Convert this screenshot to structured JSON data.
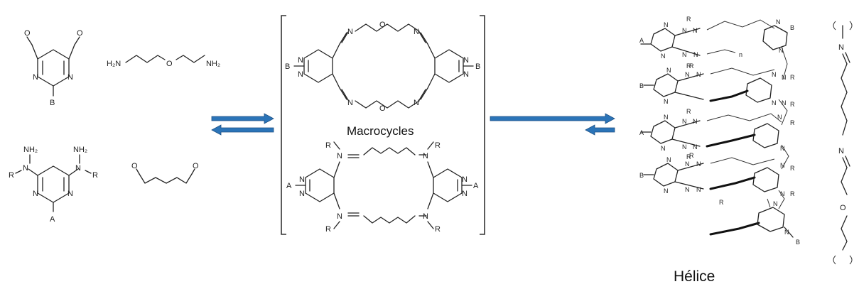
{
  "labels": {
    "macrocycles": "Macrocycles",
    "helice": "Hélice"
  },
  "atoms": {
    "N": "N",
    "O": "O",
    "A": "A",
    "B": "B",
    "R": "R",
    "NH2": "NH₂",
    "H2N": "H₂N",
    "n": "n"
  },
  "colors": {
    "arrow": "#2b74b8",
    "ink": "#222222"
  }
}
